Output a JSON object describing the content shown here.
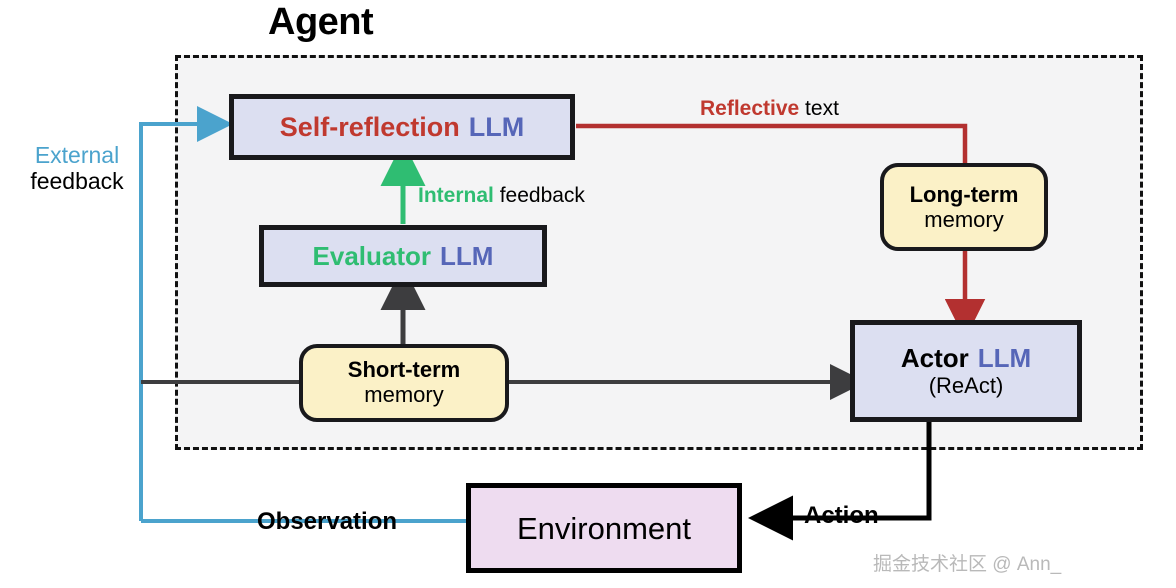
{
  "diagram": {
    "title": "Agent",
    "colors": {
      "reflection_red": "#c0392f",
      "llm_blue": "#5666b8",
      "evaluator_green": "#2fbd72",
      "external_sky": "#4ba3cd",
      "node_lavender": "#dcdff1",
      "memory_cream": "#fbf1c7",
      "environment_pink": "#eedcf0",
      "agent_background": "#f4f4f5",
      "outline_black": "#19191c"
    }
  },
  "nodes": {
    "self_reflection": {
      "name_primary": "Self-reflection",
      "name_secondary": "LLM"
    },
    "evaluator": {
      "name_primary": "Evaluator",
      "name_secondary": "LLM"
    },
    "short_term_memory": {
      "line1": "Short-term",
      "line2": "memory"
    },
    "long_term_memory": {
      "line1": "Long-term",
      "line2": "memory"
    },
    "actor": {
      "name_primary": "Actor",
      "name_secondary": "LLM",
      "line2": "(ReAct)"
    },
    "environment": {
      "label": "Environment"
    }
  },
  "edges": {
    "external_feedback": {
      "line1": "External",
      "line2": "feedback"
    },
    "internal_feedback": {
      "emphasis": "Internal",
      "rest": " feedback"
    },
    "reflective_text": {
      "emphasis": "Reflective",
      "rest": " text"
    },
    "observation": "Observation",
    "action": "Action"
  },
  "watermark": "掘金技术社区 @ Ann_"
}
